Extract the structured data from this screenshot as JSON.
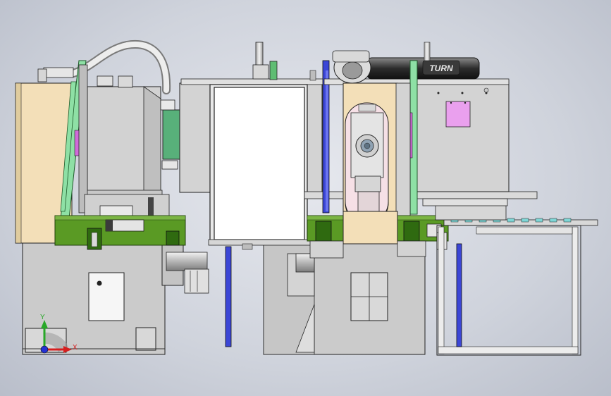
{
  "viewport": {
    "background_color": "#cfd3dc"
  },
  "colors": {
    "frame_gray": "#c9c9c9",
    "housing_gray": "#d2d2d2",
    "outline": "#222222",
    "cream_panel": "#f3dfb8",
    "green_fixture": "#5a9a24",
    "dark_green": "#2f6a10",
    "light_green_rail": "#8ee0a5",
    "teal_component": "#58b07a",
    "blue_rod": "#3b46d6",
    "pink_label": "#eaa0ee",
    "conveyor_cyan": "#7fd6d6"
  },
  "labels": {
    "brand_text": "TURN",
    "triad_x": "X",
    "triad_y": "Y"
  },
  "icons": {
    "triad": "xyz-axis-triad-icon"
  }
}
